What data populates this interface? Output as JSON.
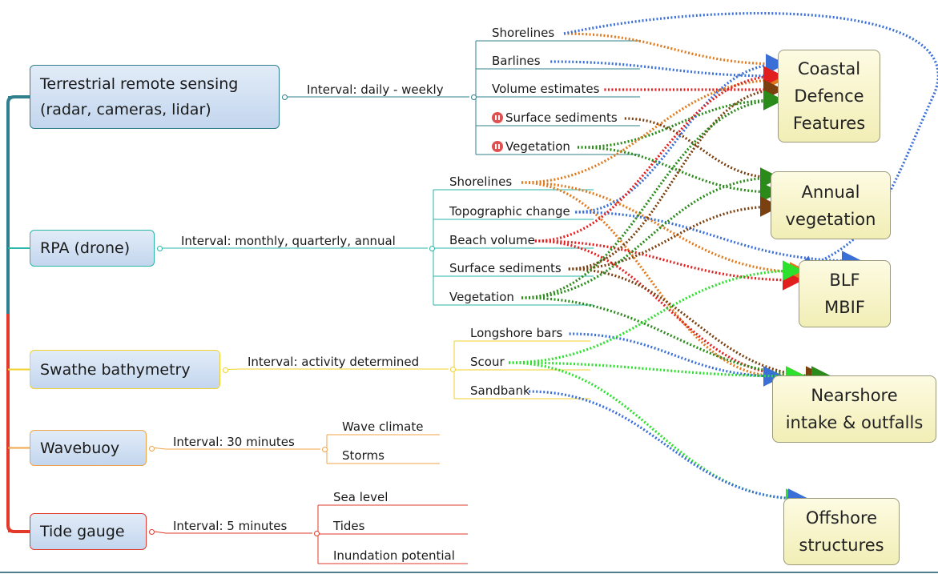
{
  "sources": [
    {
      "id": "terrestrial",
      "label": "Terrestrial remote sensing\n(radar, cameras, lidar)",
      "interval": "Interval:  daily - weekly",
      "color": "#2f7f8c",
      "children": [
        "Shorelines",
        "Barlines",
        "Volume estimates",
        "Surface sediments",
        "Vegetation"
      ]
    },
    {
      "id": "rpa",
      "label": "RPA (drone)",
      "interval": "Interval: monthly, quarterly, annual",
      "color": "#2ab6a8",
      "children": [
        "Shorelines",
        "Topographic change",
        "Beach volume",
        "Surface sediments",
        "Vegetation"
      ]
    },
    {
      "id": "swathe",
      "label": "Swathe bathymetry",
      "interval": "Interval: activity determined",
      "color": "#f2d22e",
      "children": [
        "Longshore bars",
        "Scour",
        "Sandbank"
      ]
    },
    {
      "id": "wavebuoy",
      "label": "Wavebuoy",
      "interval": "Interval: 30 minutes",
      "color": "#f0a44a",
      "children": [
        "Wave climate",
        "Storms"
      ]
    },
    {
      "id": "tide",
      "label": "Tide gauge",
      "interval": "Interval: 5 minutes",
      "color": "#e23a2a",
      "children": [
        "Sea level",
        "Tides",
        "Inundation potential"
      ]
    }
  ],
  "targets": [
    {
      "id": "coastal",
      "label": "Coastal\nDefence\nFeatures"
    },
    {
      "id": "annual",
      "label": "Annual\nvegetation"
    },
    {
      "id": "blf",
      "label": "BLF\nMBIF"
    },
    {
      "id": "nearshore",
      "label": "Nearshore\nintake & outfalls"
    },
    {
      "id": "offshore",
      "label": "Offshore\nstructures"
    }
  ],
  "colors": {
    "orange": "#e07a1e",
    "blue": "#3a6fd8",
    "red": "#e21f1f",
    "green": "#2a8a1a",
    "brown": "#7a4010",
    "lime": "#2ee02e"
  },
  "links": [
    {
      "from": "terrestrial.0",
      "to": "coastal",
      "color": "orange"
    },
    {
      "from": "terrestrial.0",
      "to": "blf",
      "color": "blue"
    },
    {
      "from": "terrestrial.1",
      "to": "coastal",
      "color": "blue"
    },
    {
      "from": "terrestrial.2",
      "to": "coastal",
      "color": "red"
    },
    {
      "from": "terrestrial.3",
      "to": "annual",
      "color": "brown"
    },
    {
      "from": "terrestrial.4",
      "to": "coastal",
      "color": "green"
    },
    {
      "from": "terrestrial.4",
      "to": "annual",
      "color": "green"
    },
    {
      "from": "rpa.0",
      "to": "coastal",
      "color": "orange"
    },
    {
      "from": "rpa.0",
      "to": "blf",
      "color": "orange"
    },
    {
      "from": "rpa.0",
      "to": "nearshore",
      "color": "orange"
    },
    {
      "from": "rpa.1",
      "to": "coastal",
      "color": "blue"
    },
    {
      "from": "rpa.1",
      "to": "blf",
      "color": "blue"
    },
    {
      "from": "rpa.2",
      "to": "coastal",
      "color": "red"
    },
    {
      "from": "rpa.2",
      "to": "blf",
      "color": "red"
    },
    {
      "from": "rpa.2",
      "to": "nearshore",
      "color": "red"
    },
    {
      "from": "rpa.3",
      "to": "coastal",
      "color": "brown"
    },
    {
      "from": "rpa.3",
      "to": "annual",
      "color": "brown"
    },
    {
      "from": "rpa.3",
      "to": "nearshore",
      "color": "brown"
    },
    {
      "from": "rpa.4",
      "to": "coastal",
      "color": "green"
    },
    {
      "from": "rpa.4",
      "to": "annual",
      "color": "green"
    },
    {
      "from": "rpa.4",
      "to": "nearshore",
      "color": "green"
    },
    {
      "from": "swathe.0",
      "to": "nearshore",
      "color": "blue"
    },
    {
      "from": "swathe.1",
      "to": "blf",
      "color": "lime"
    },
    {
      "from": "swathe.1",
      "to": "nearshore",
      "color": "lime"
    },
    {
      "from": "swathe.1",
      "to": "offshore",
      "color": "lime"
    },
    {
      "from": "swathe.2",
      "to": "offshore",
      "color": "blue"
    }
  ]
}
